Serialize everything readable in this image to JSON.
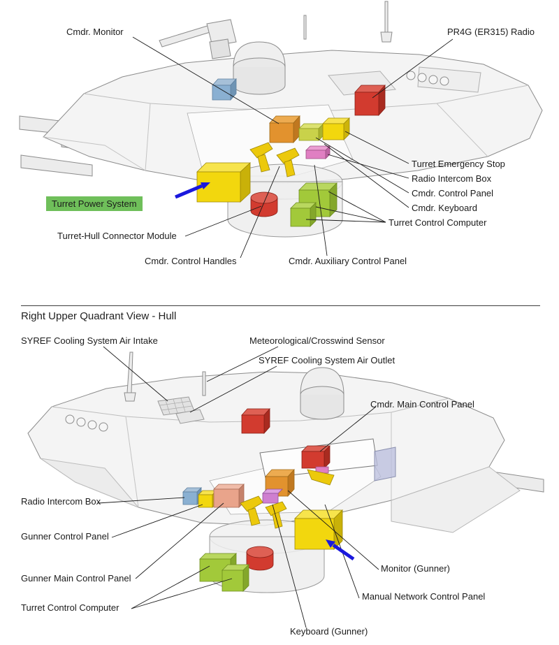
{
  "title": "Tank turret and hull component identification diagrams",
  "colors": {
    "highlight_green": "#6fbf5a",
    "arrow_blue": "#1a18dd",
    "component_yellow": "#f2d70e",
    "component_red": "#d23b2f",
    "component_orange": "#e2922e",
    "component_lime_green": "#a2c93a",
    "component_pink": "#e07fc2",
    "component_blue": "#8ab0d2",
    "component_salmon": "#e9a48b",
    "wireframe_gray": "#8c8c8c"
  },
  "turret_view": {
    "labels": {
      "cmdr_monitor": "Cmdr. Monitor",
      "pr4g_radio": "PR4G (ER315) Radio",
      "turret_emergency_stop": "Turret Emergency Stop",
      "radio_intercom_box": "Radio Intercom Box",
      "cmdr_control_panel": "Cmdr. Control Panel",
      "cmdr_keyboard": "Cmdr. Keyboard",
      "turret_control_computer": "Turret Control Computer",
      "turret_power_system": "Turret Power System",
      "turret_hull_connector_module": "Turret-Hull Connector Module",
      "cmdr_control_handles": "Cmdr. Control Handles",
      "cmdr_auxiliary_control_panel": "Cmdr.  Auxiliary Control Panel"
    }
  },
  "hull_view": {
    "heading": "Right Upper Quadrant View - Hull",
    "labels": {
      "syref_air_intake": "SYREF Cooling System Air Intake",
      "met_crosswind_sensor": "Meteorological/Crosswind Sensor",
      "syref_air_outlet": "SYREF Cooling System Air Outlet",
      "cmdr_main_control_panel": "Cmdr. Main Control Panel",
      "radio_intercom_box": "Radio Intercom Box",
      "gunner_control_panel": "Gunner Control Panel",
      "gunner_main_control_panel": "Gunner Main Control Panel",
      "turret_control_computer": "Turret Control Computer",
      "monitor_gunner": "Monitor (Gunner)",
      "manual_network_control_panel": "Manual Network Control Panel",
      "keyboard_gunner": "Keyboard (Gunner)"
    }
  }
}
